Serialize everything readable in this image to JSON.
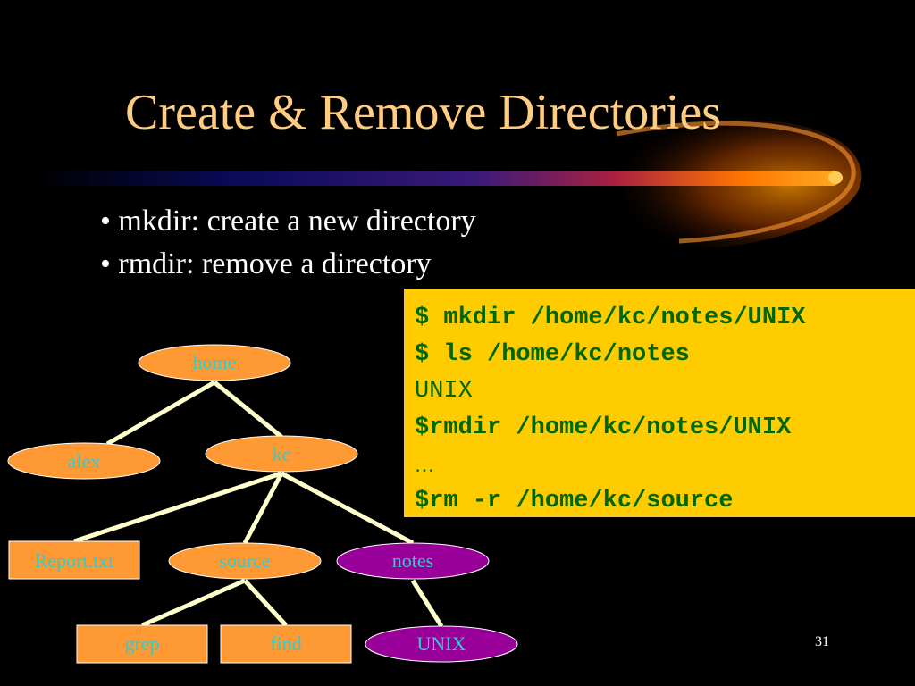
{
  "slide": {
    "title": "Create & Remove Directories",
    "page_number": "31",
    "colors": {
      "background": "#000000",
      "title": "#ffcc80",
      "code_box": "#ffcc00",
      "code_text": "#006600",
      "node_orange": "#ff9933",
      "node_purple": "#990099",
      "node_text": "#33cccc",
      "line": "#ffffcc"
    }
  },
  "bullets": [
    {
      "marker": "•",
      "text": "mkdir: create a new directory"
    },
    {
      "marker": "•",
      "text": "rmdir: remove a directory"
    }
  ],
  "code_box": {
    "lines": [
      "$ mkdir /home/kc/notes/UNIX",
      "$ ls /home/kc/notes",
      "UNIX",
      "$rmdir /home/kc/notes/UNIX",
      "…",
      "$rm -r /home/kc/source"
    ]
  },
  "tree": {
    "nodes": [
      {
        "id": "home",
        "label": "home",
        "shape": "ellipse",
        "color": "orange"
      },
      {
        "id": "alex",
        "label": "alex",
        "shape": "ellipse",
        "color": "orange"
      },
      {
        "id": "kc",
        "label": "kc",
        "shape": "ellipse",
        "color": "orange"
      },
      {
        "id": "report",
        "label": "Report.txt",
        "shape": "rect",
        "color": "orange"
      },
      {
        "id": "source",
        "label": "source",
        "shape": "ellipse",
        "color": "orange"
      },
      {
        "id": "notes",
        "label": "notes",
        "shape": "ellipse",
        "color": "purple"
      },
      {
        "id": "grep",
        "label": "grep",
        "shape": "rect",
        "color": "orange"
      },
      {
        "id": "find",
        "label": "find",
        "shape": "rect",
        "color": "orange"
      },
      {
        "id": "unix",
        "label": "UNIX",
        "shape": "ellipse",
        "color": "purple"
      }
    ],
    "edges": [
      [
        "home",
        "alex"
      ],
      [
        "home",
        "kc"
      ],
      [
        "kc",
        "report"
      ],
      [
        "kc",
        "source"
      ],
      [
        "kc",
        "notes"
      ],
      [
        "source",
        "grep"
      ],
      [
        "source",
        "find"
      ],
      [
        "notes",
        "unix"
      ]
    ]
  }
}
